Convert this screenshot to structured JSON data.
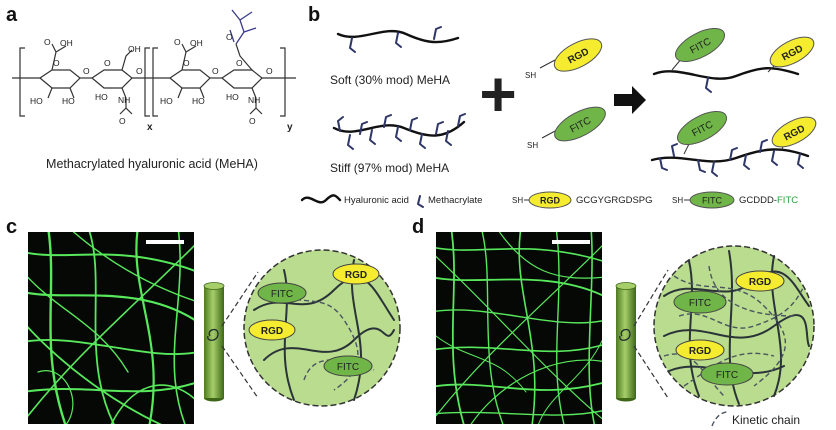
{
  "panels": {
    "a": "a",
    "b": "b",
    "c": "c",
    "d": "d"
  },
  "panel_a": {
    "caption": "Methacrylated hyaluronic acid (MeHA)",
    "subscript_x": "x",
    "subscript_y": "y",
    "atoms": {
      "oh": "OH",
      "o": "O",
      "ho": "HO",
      "nh": "NH"
    }
  },
  "panel_b": {
    "soft_label": "Soft (30% mod) MeHA",
    "stiff_label": "Stiff (97% mod) MeHA",
    "sh": "SH",
    "rgd": "RGD",
    "fitc": "FITC",
    "plus": "+",
    "legend": {
      "hyaluronic_acid": "Hyaluronic acid",
      "methacrylate": "Methacrylate",
      "sh": "SH",
      "rgd_tag": "RGD",
      "rgd_seq": "GCGYGRGDSPG",
      "fitc_tag": "FITC",
      "fitc_seq_prefix": "GCDDD-",
      "fitc_seq_suffix": "FITC"
    }
  },
  "panel_c": {
    "rgd_1": "RGD",
    "rgd_2": "RGD",
    "fitc_1": "FITC",
    "fitc_2": "FITC"
  },
  "panel_d": {
    "rgd_1": "RGD",
    "rgd_2": "RGD",
    "fitc_1": "FITC",
    "fitc_2": "FITC",
    "kinetic_chain": "Kinetic chain"
  },
  "colors": {
    "rgd_fill": "#f5ec2f",
    "fitc_fill": "#6fb547",
    "methacrylate": "#2f3668",
    "fiber": "#58e85c",
    "circle_fill": "#b9dc8e",
    "fitc_text_green": "#2aa33a"
  }
}
